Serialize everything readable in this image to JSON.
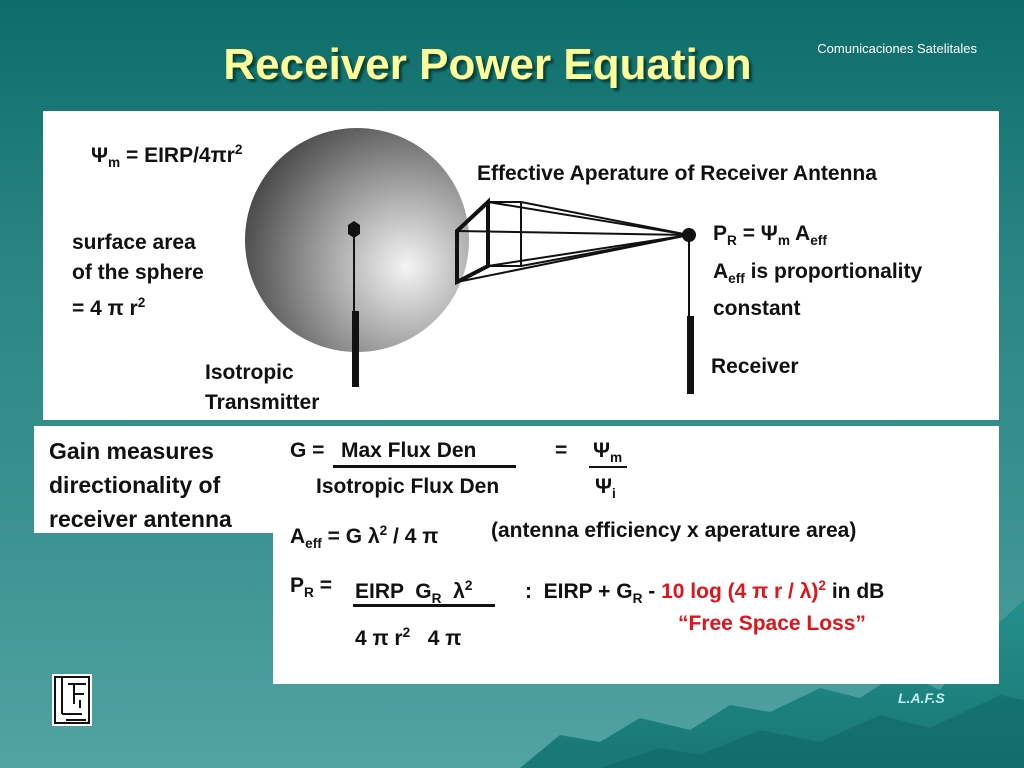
{
  "slide": {
    "title": "Receiver Power Equation",
    "course": "Comunicaciones Satelitales",
    "footer": "L.A.F.S"
  },
  "diagram": {
    "psi_m_lhs": "Ψ",
    "psi_m_sub": "m",
    "psi_m_rhs": " = EIRP/4πr",
    "psi_m_sup": "2",
    "surface_l1": "surface area",
    "surface_l2": "of the sphere",
    "surface_l3": "= 4 π r",
    "surface_sup": "2",
    "effective_label": "Effective Aperature of Receiver Antenna",
    "pr_p": "P",
    "pr_sub": "R",
    "pr_mid": " = Ψ",
    "pr_msub": "m",
    "pr_a": " A",
    "pr_asub": "eff",
    "aeff_a": "A",
    "aeff_sub": "eff",
    "aeff_rest": " is proportionality",
    "aeff_l2": "constant",
    "receiver": "Receiver",
    "iso_l1": "Isotropic",
    "iso_l2": "Transmitter"
  },
  "gain": {
    "l1": "Gain measures",
    "l2": "directionality of",
    "l3": "receiver antenna"
  },
  "equations": {
    "g_lhs": "G = ",
    "g_num": "Max Flux Den",
    "g_den": "Isotropic Flux Den",
    "g_eq": "=",
    "psi_top": "Ψ",
    "psi_top_sub": "m",
    "psi_bot": "Ψ",
    "psi_bot_sub": "i",
    "aeff_a": "A",
    "aeff_sub": "eff",
    "aeff_mid": " = G λ",
    "aeff_sup": "2",
    "aeff_end": " / 4 π",
    "aeff_note": "(antenna efficiency x aperature area)",
    "pr_p": "P",
    "pr_sub": "R",
    "pr_eq": " = ",
    "pr_num1": "EIRP  G",
    "pr_num_sub": "R",
    "pr_num2": "  λ",
    "pr_num_sup": "2",
    "pr_den1": "4 π r",
    "pr_den_sup": "2",
    "pr_den2": "   4 π",
    "db_lhs": ":  EIRP + G",
    "db_sub": "R",
    "db_minus": " - ",
    "db_red": "10 log (4 π r / λ)",
    "db_red_sup": "2",
    "db_tail": " in dB",
    "fsl": "“Free Space Loss”"
  }
}
